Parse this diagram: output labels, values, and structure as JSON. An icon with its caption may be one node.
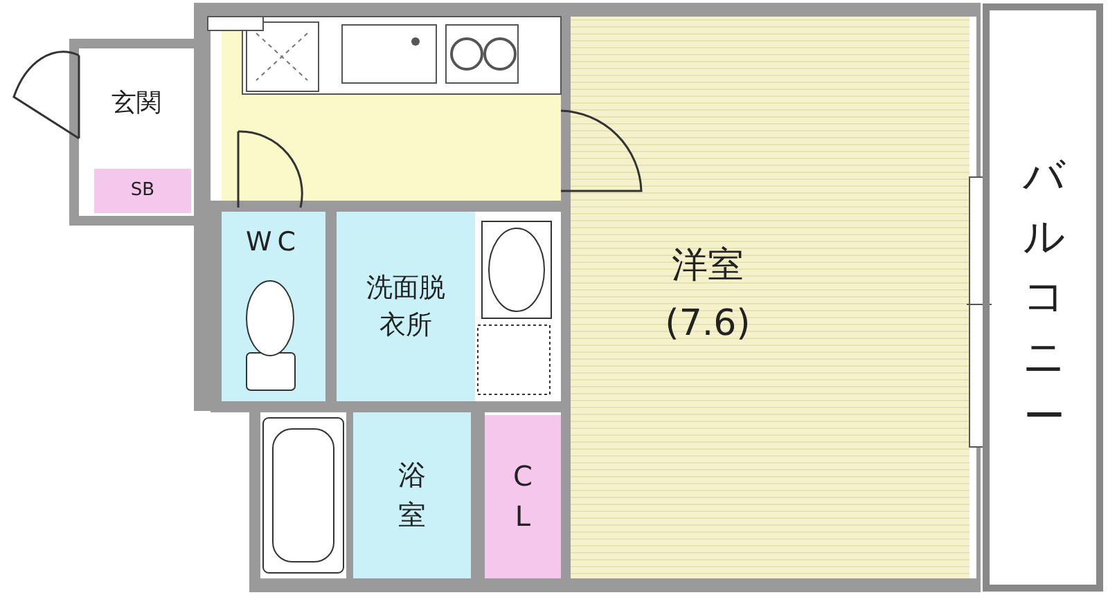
{
  "diagram": {
    "nodes": [
      {
        "text": [
          "玄関"
        ]
      },
      {
        "text": [
          "SB"
        ]
      },
      {
        "text": [
          "WC"
        ]
      },
      {
        "text": [
          "洗面脱衣所"
        ]
      },
      {
        "text": [
          "洋室",
          "(7.6)"
        ]
      },
      {
        "text": [
          "浴室"
        ]
      },
      {
        "text": [
          "CL"
        ]
      },
      {
        "text": [
          "バルコニー"
        ]
      }
    ],
    "edges": []
  }
}
